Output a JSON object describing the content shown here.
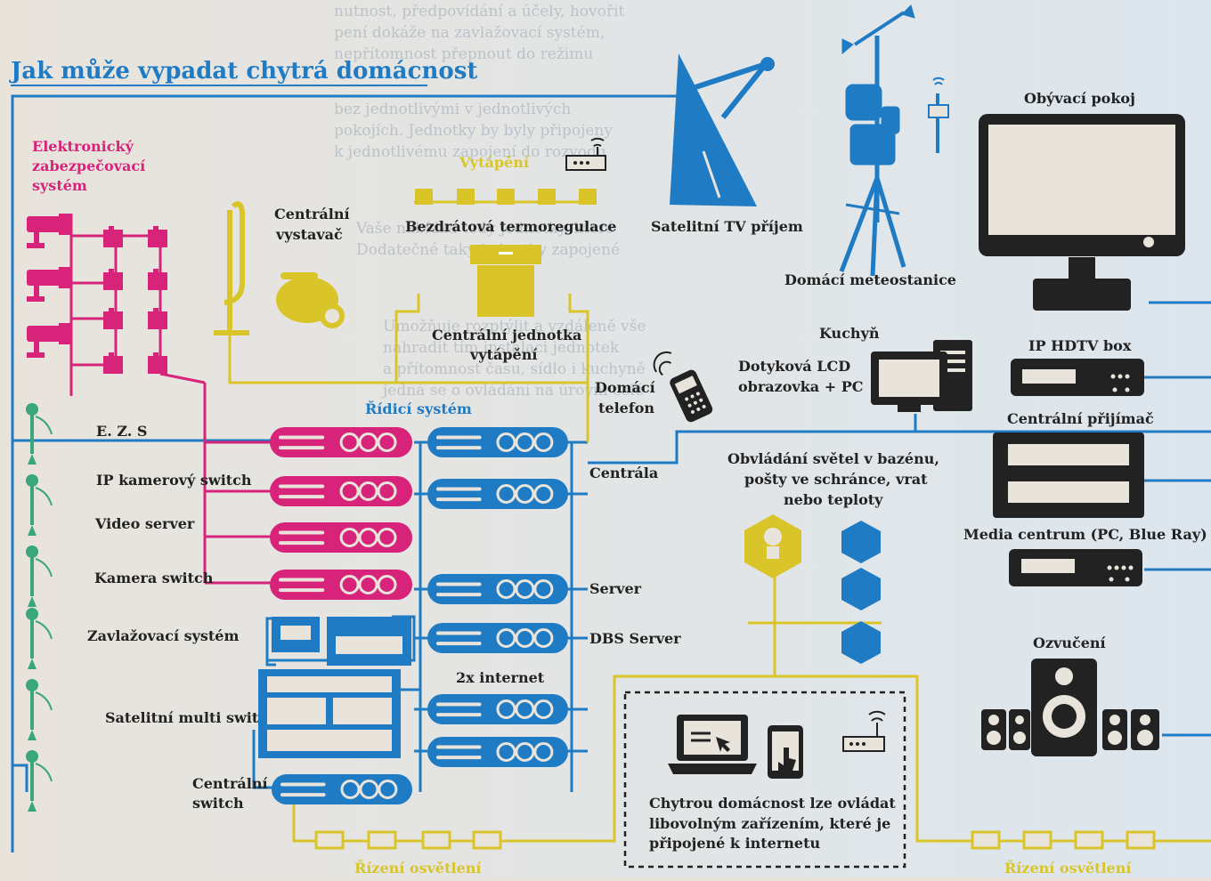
{
  "title": "Jak může vypadat chytrá domácnost",
  "colors": {
    "blue": "#1e7bc4",
    "magenta": "#d8237a",
    "yellow": "#d9c52a",
    "dark": "#222222",
    "paper": "#e8e4dc"
  },
  "security": {
    "heading_line1": "Elektronický",
    "heading_line2": "zabezpečovací",
    "heading_line3": "systém"
  },
  "heating": {
    "label": "Vytápění",
    "thermo": "Bezdrátová termoregulace",
    "unit_line1": "Centrální jednotka",
    "unit_line2": "vytápění"
  },
  "vacuum": {
    "line1": "Centrální",
    "line2": "vystavač"
  },
  "satellite": {
    "label": "Satelitní TV příjem"
  },
  "weather": {
    "label": "Domácí meteostanice"
  },
  "living_room": {
    "label": "Obývací pokoj"
  },
  "phone": {
    "line1": "Domácí",
    "line2": "telefon"
  },
  "kitchen": {
    "label": "Kuchyň",
    "pc_line1": "Dotyková LCD",
    "pc_line2": "obrazovka + PC"
  },
  "control_system": {
    "label": "Řídicí systém"
  },
  "left_devices": [
    "E. Z. S",
    "IP kamerový switch",
    "Video server",
    "Kamera switch",
    "Zavlažovací systém",
    "Satelitní multi switch"
  ],
  "central_switch": {
    "line1": "Centrální",
    "line2": "switch"
  },
  "right_devices": [
    "Centrála",
    "Server",
    "DBS Server",
    "2x internet"
  ],
  "pool": {
    "line1": "Obvládání světel v bazénu,",
    "line2": "pošty ve schránce, vrat",
    "line3": "nebo teploty"
  },
  "tv_devices": {
    "iphdtv": "IP HDTV box",
    "receiver": "Centrální přijímač",
    "media": "Media centrum (PC, Blue Ray)",
    "sound": "Ozvučení"
  },
  "internet_box": {
    "line1": "Chytrou domácnost lze ovládat",
    "line2": "libovolným zařízením, které je",
    "line3": "připojené k internetu"
  },
  "lighting_left": "Řízení osvětlení",
  "lighting_right": "Řízení osvětlení",
  "bg_text": [
    "nutnost, předpovídání a účely, hovořit",
    "pení dokáže na zavlažovací systém,",
    "nepřítomnost přepnout do režimu",
    "bez jednotlivými v jednotlivých",
    "pokojích. Jednotky by byly připojeny",
    "k jednotlivému zapojení do rozvodu",
    "Vaše nabídka tedy jednotky, které",
    "Dodatečné taky jednotky zapojené",
    "Umožňuje rozptýlit a vzdáleně vše",
    "nahradit tím instalaci jednotek",
    "a přítomnost času, sídlo i kuchyně",
    "jedná se o ovládání na úrovni celé"
  ]
}
